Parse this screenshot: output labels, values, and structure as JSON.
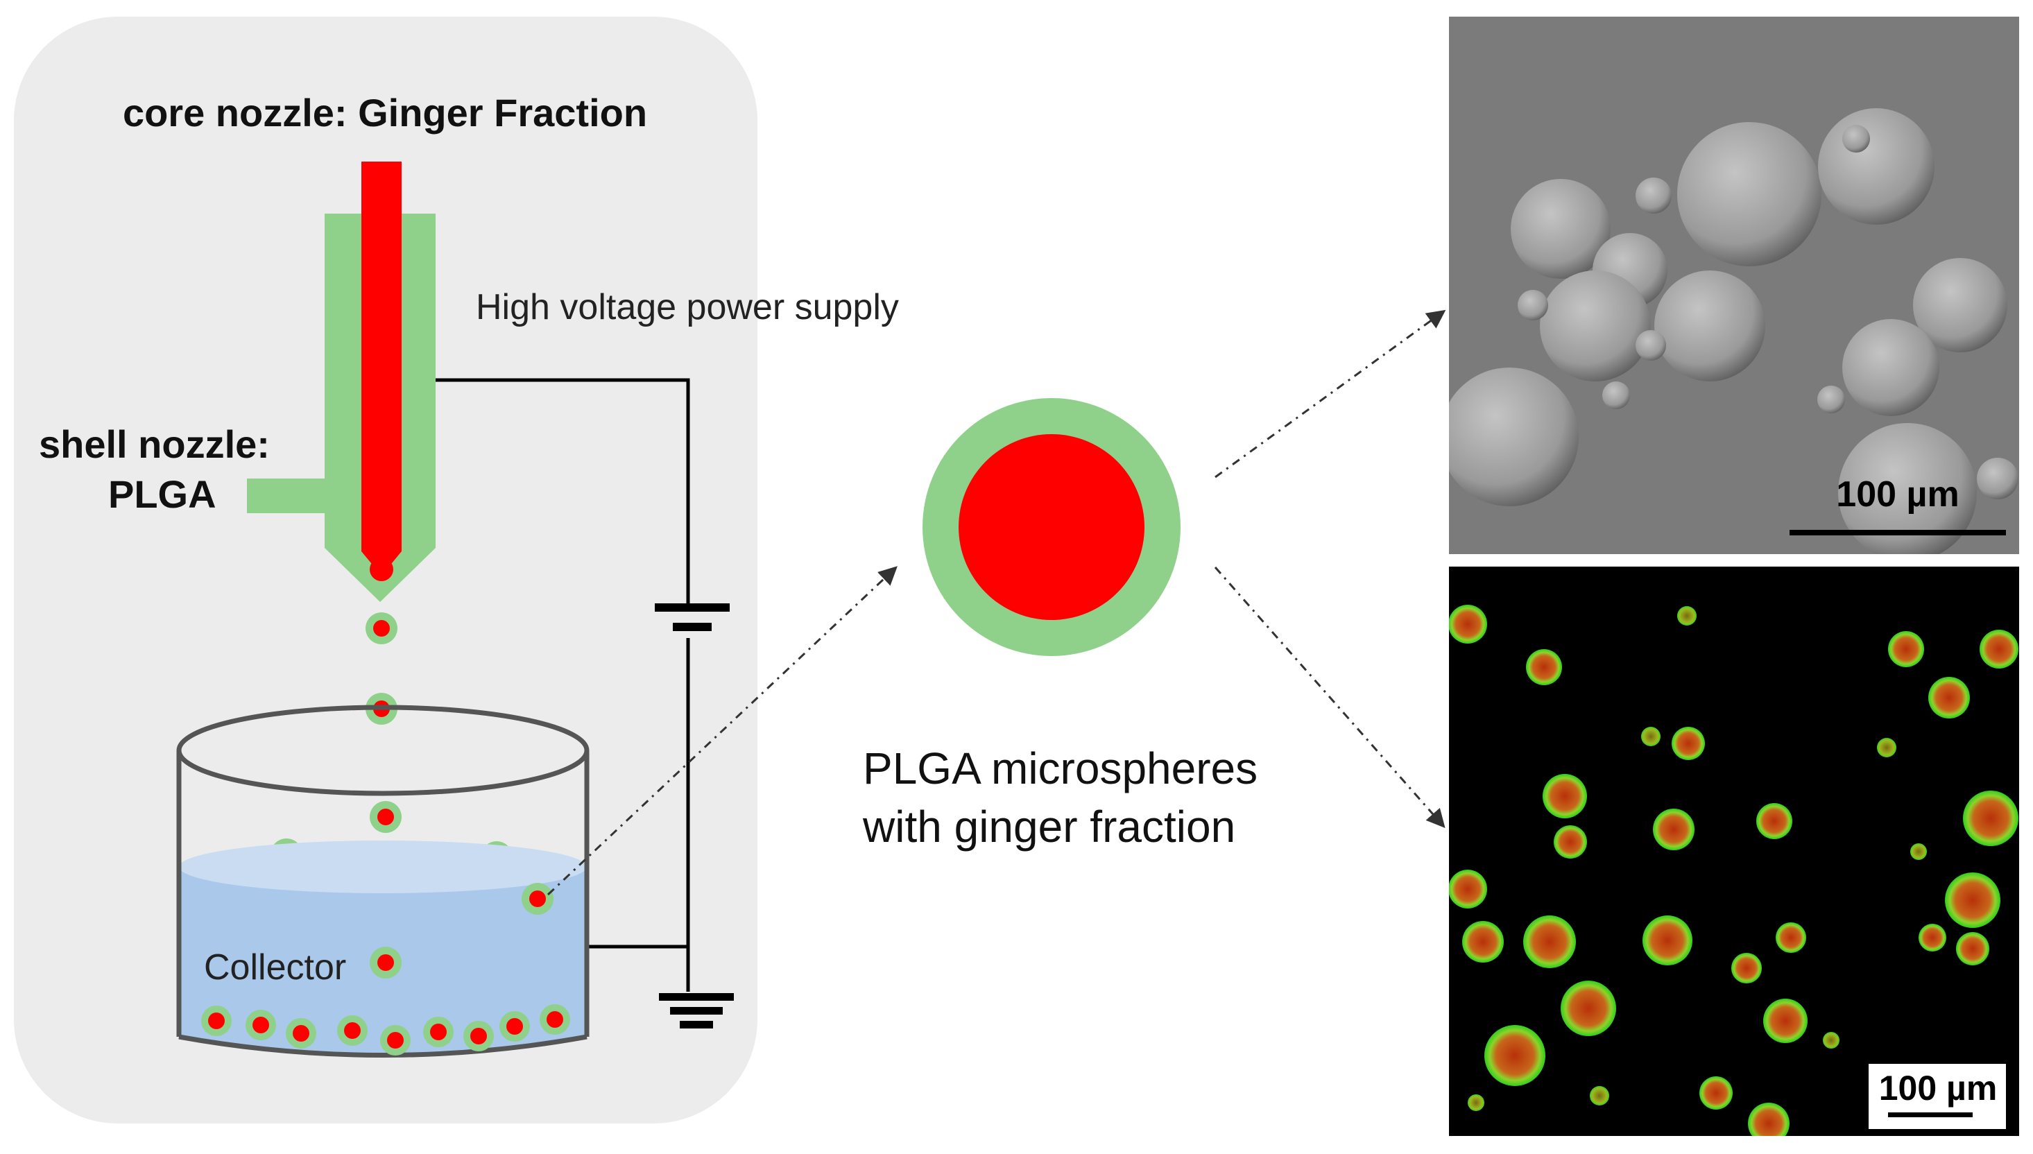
{
  "labels": {
    "core_nozzle": "core nozzle: Ginger Fraction",
    "power_supply": "High voltage power supply",
    "shell_nozzle_line1": "shell nozzle:",
    "shell_nozzle_line2": "PLGA",
    "collector": "Collector",
    "microspheres_line1": "PLGA microspheres",
    "microspheres_line2": "with ginger fraction",
    "sem_scale_bar": "100 µm",
    "fluo_scale_bar": "100 µm"
  },
  "colors": {
    "panel_background": "#ececec",
    "core_red": "#ff0000",
    "shell_green": "#8fd18a",
    "collector_liquid": "#a9c8ea",
    "collector_liquid_surface": "#c9dcf1",
    "circuit_line": "#000000",
    "sem_background": "#7b7b7b",
    "fluorescence_background": "#000000"
  },
  "icons": {
    "power_source": "battery-symbol",
    "ground": "ground-symbol"
  }
}
